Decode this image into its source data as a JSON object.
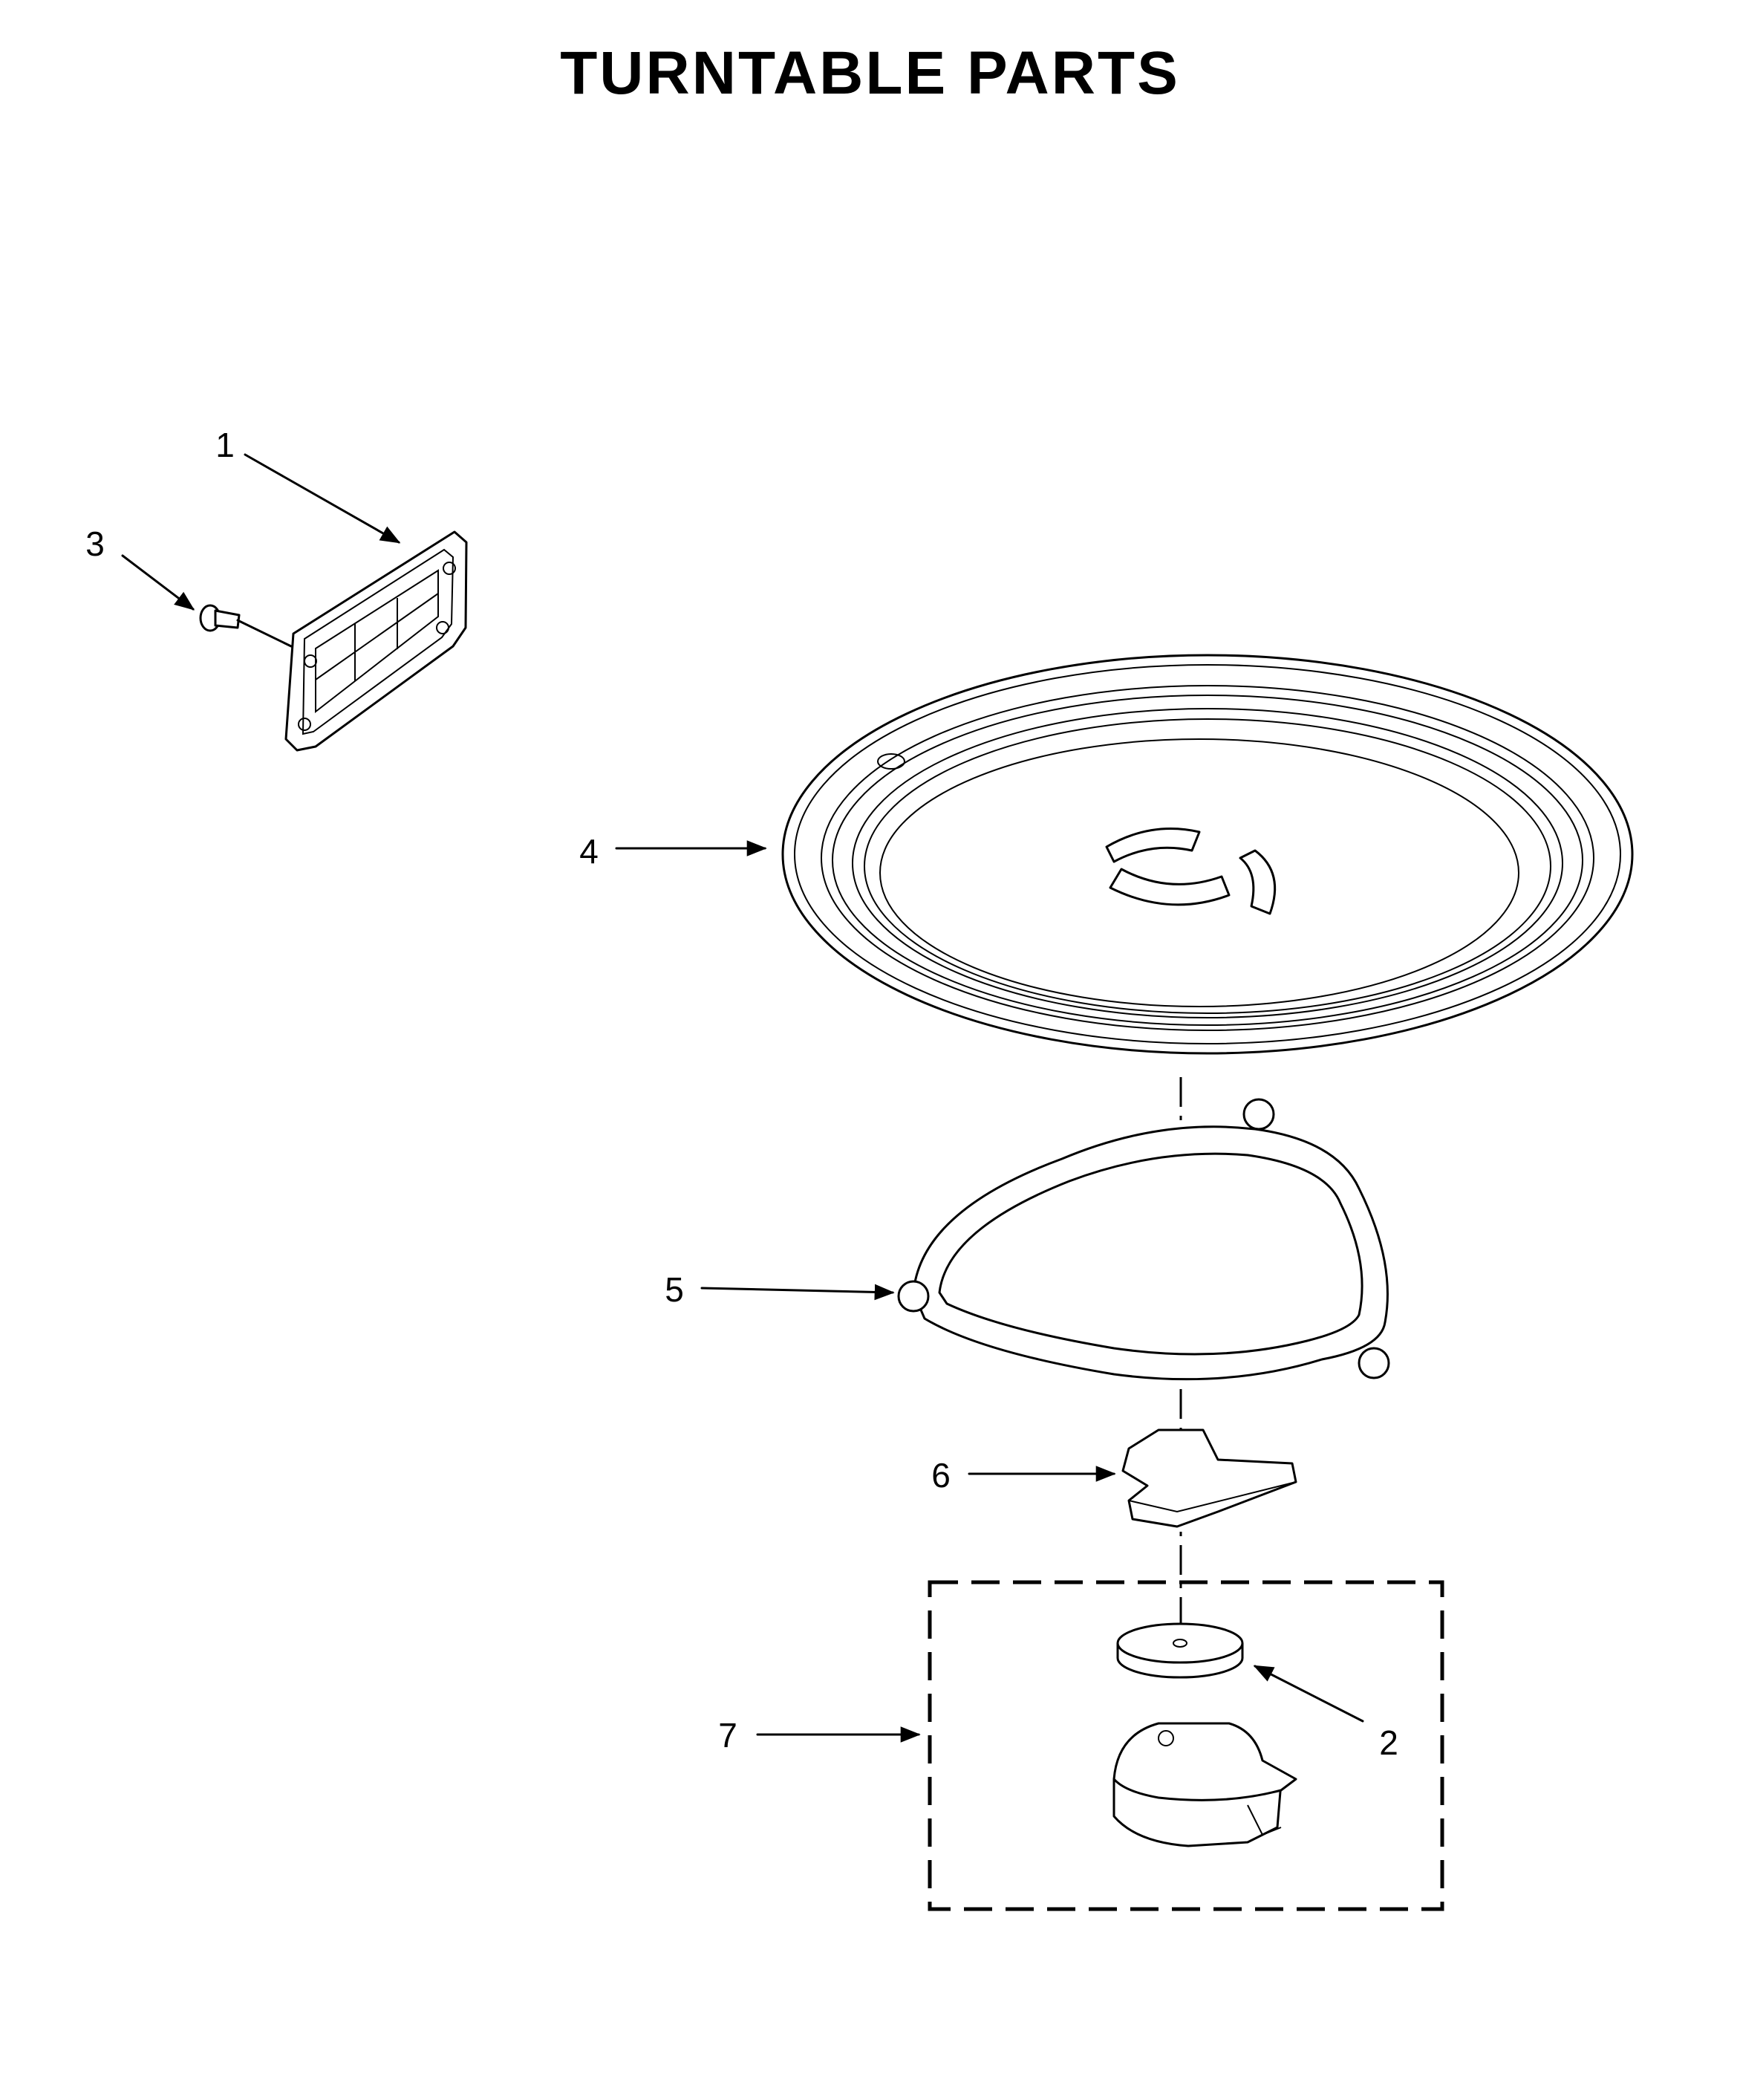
{
  "title": "TURNTABLE PARTS",
  "callouts": {
    "c1": "1",
    "c2": "2",
    "c3": "3",
    "c4": "4",
    "c5": "5",
    "c6": "6",
    "c7": "7"
  }
}
